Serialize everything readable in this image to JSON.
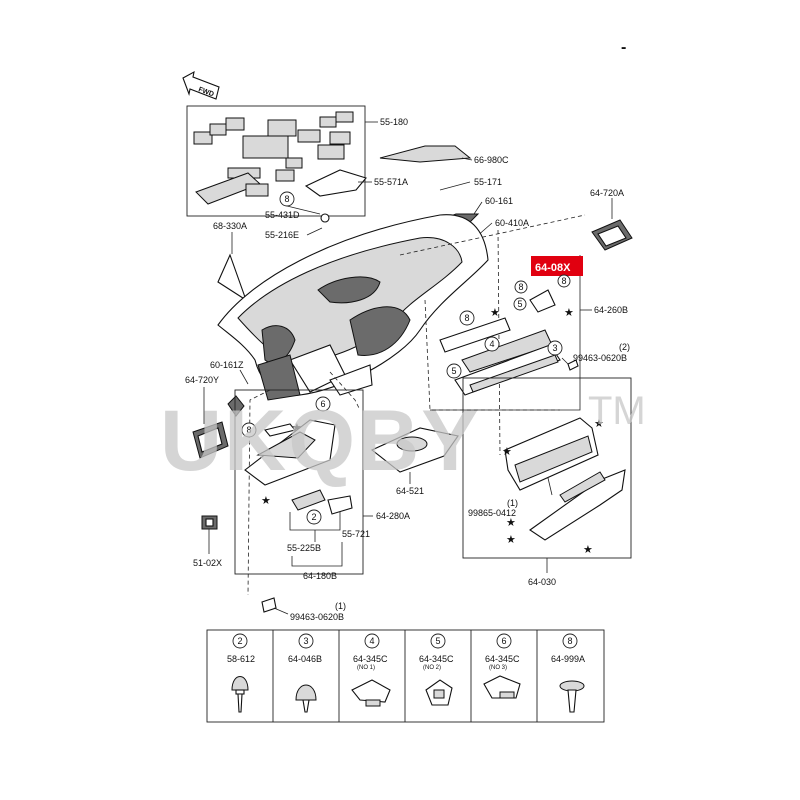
{
  "watermark": {
    "text": "UKQBY",
    "tm": "TM"
  },
  "corner_mark": "-",
  "fwd_label": "FWD",
  "highlight": {
    "label": "64-08X",
    "color": "#e10010"
  },
  "labels": {
    "p55_180": "55-180",
    "p66_980c": "66-980C",
    "p55_571a": "55-571A",
    "p55_171": "55-171",
    "p60_161": "60-161",
    "p60_410a": "60-410A",
    "p55_431d": "55-431D",
    "p55_216e": "55-216E",
    "p68_330a": "68-330A",
    "p64_720a": "64-720A",
    "p64_260b": "64-260B",
    "p99463_top_qty": "(2)",
    "p99463_top": "99463-0620B",
    "p60_161z": "60-161Z",
    "p64_720y": "64-720Y",
    "p64_521": "64-521",
    "p64_280a": "64-280A",
    "p55_721": "55-721",
    "p55_225b": "55-225B",
    "p64_180b": "64-180B",
    "p51_02x": "51-02X",
    "p99463_bot_qty": "(1)",
    "p99463_bot": "99463-0620B",
    "p99865_qty": "(1)",
    "p99865": "99865-0412",
    "p64_030": "64-030"
  },
  "callouts": {
    "c8a": "8",
    "c8b": "8",
    "c8c": "8",
    "c8d": "8",
    "c8e": "8",
    "c5a": "5",
    "c5b": "5",
    "c4a": "4",
    "c3a": "3",
    "c6a": "6",
    "c2a": "2"
  },
  "legend": {
    "items": [
      {
        "num": "2",
        "part": "58-612",
        "note": ""
      },
      {
        "num": "3",
        "part": "64-046B",
        "note": ""
      },
      {
        "num": "4",
        "part": "64-345C",
        "note": "(NO 1)"
      },
      {
        "num": "5",
        "part": "64-345C",
        "note": "(NO 2)"
      },
      {
        "num": "6",
        "part": "64-345C",
        "note": "(NO 3)"
      },
      {
        "num": "8",
        "part": "64-999A",
        "note": ""
      }
    ]
  }
}
